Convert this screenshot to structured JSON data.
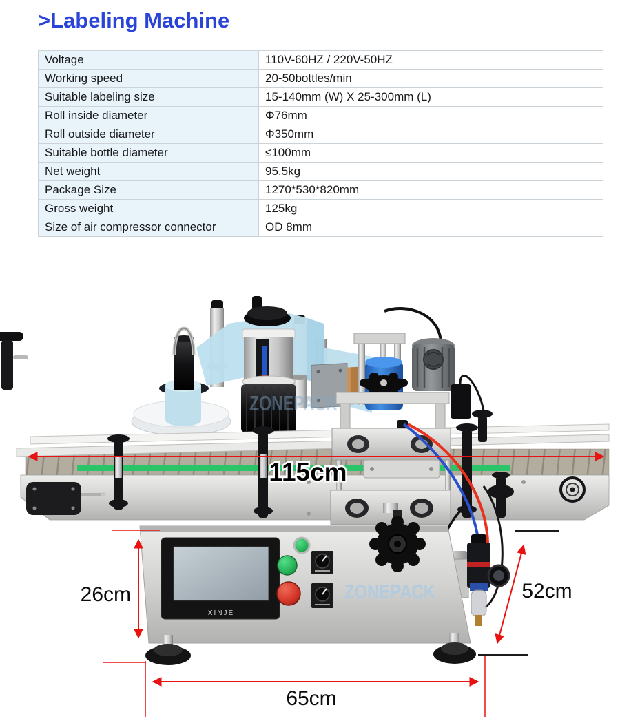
{
  "heading": {
    "title": ">Labeling Machine"
  },
  "spec_table": {
    "rows": [
      {
        "label": "Voltage",
        "value": "110V-60HZ / 220V-50HZ"
      },
      {
        "label": "Working speed",
        "value": "20-50bottles/min"
      },
      {
        "label": "Suitable labeling size",
        "value": "15-140mm (W) X 25-300mm (L)"
      },
      {
        "label": "Roll inside diameter",
        "value": "Φ76mm"
      },
      {
        "label": "Roll outside diameter",
        "value": "Φ350mm"
      },
      {
        "label": "Suitable bottle diameter",
        "value": "≤100mm"
      },
      {
        "label": "Net weight",
        "value": "95.5kg"
      },
      {
        "label": "Package Size",
        "value": "1270*530*820mm"
      },
      {
        "label": "Gross weight",
        "value": "125kg"
      },
      {
        "label": "Size of air compressor connector",
        "value": "OD 8mm"
      }
    ]
  },
  "machine": {
    "watermark": "ZONEPACK",
    "hmi_brand": "XINJE",
    "dimensions": {
      "conveyor_length": "115cm",
      "base_height": "26cm",
      "machine_height": "52cm",
      "base_width": "65cm"
    }
  },
  "colors": {
    "heading_blue": "#2b44d8",
    "table_label_bg": "#e9f3fa",
    "dimension_red": "#ea1111",
    "label_web_blue": "#bddfee",
    "belt_green": "#2cc468",
    "watermark_blue": "#aecbe2"
  }
}
